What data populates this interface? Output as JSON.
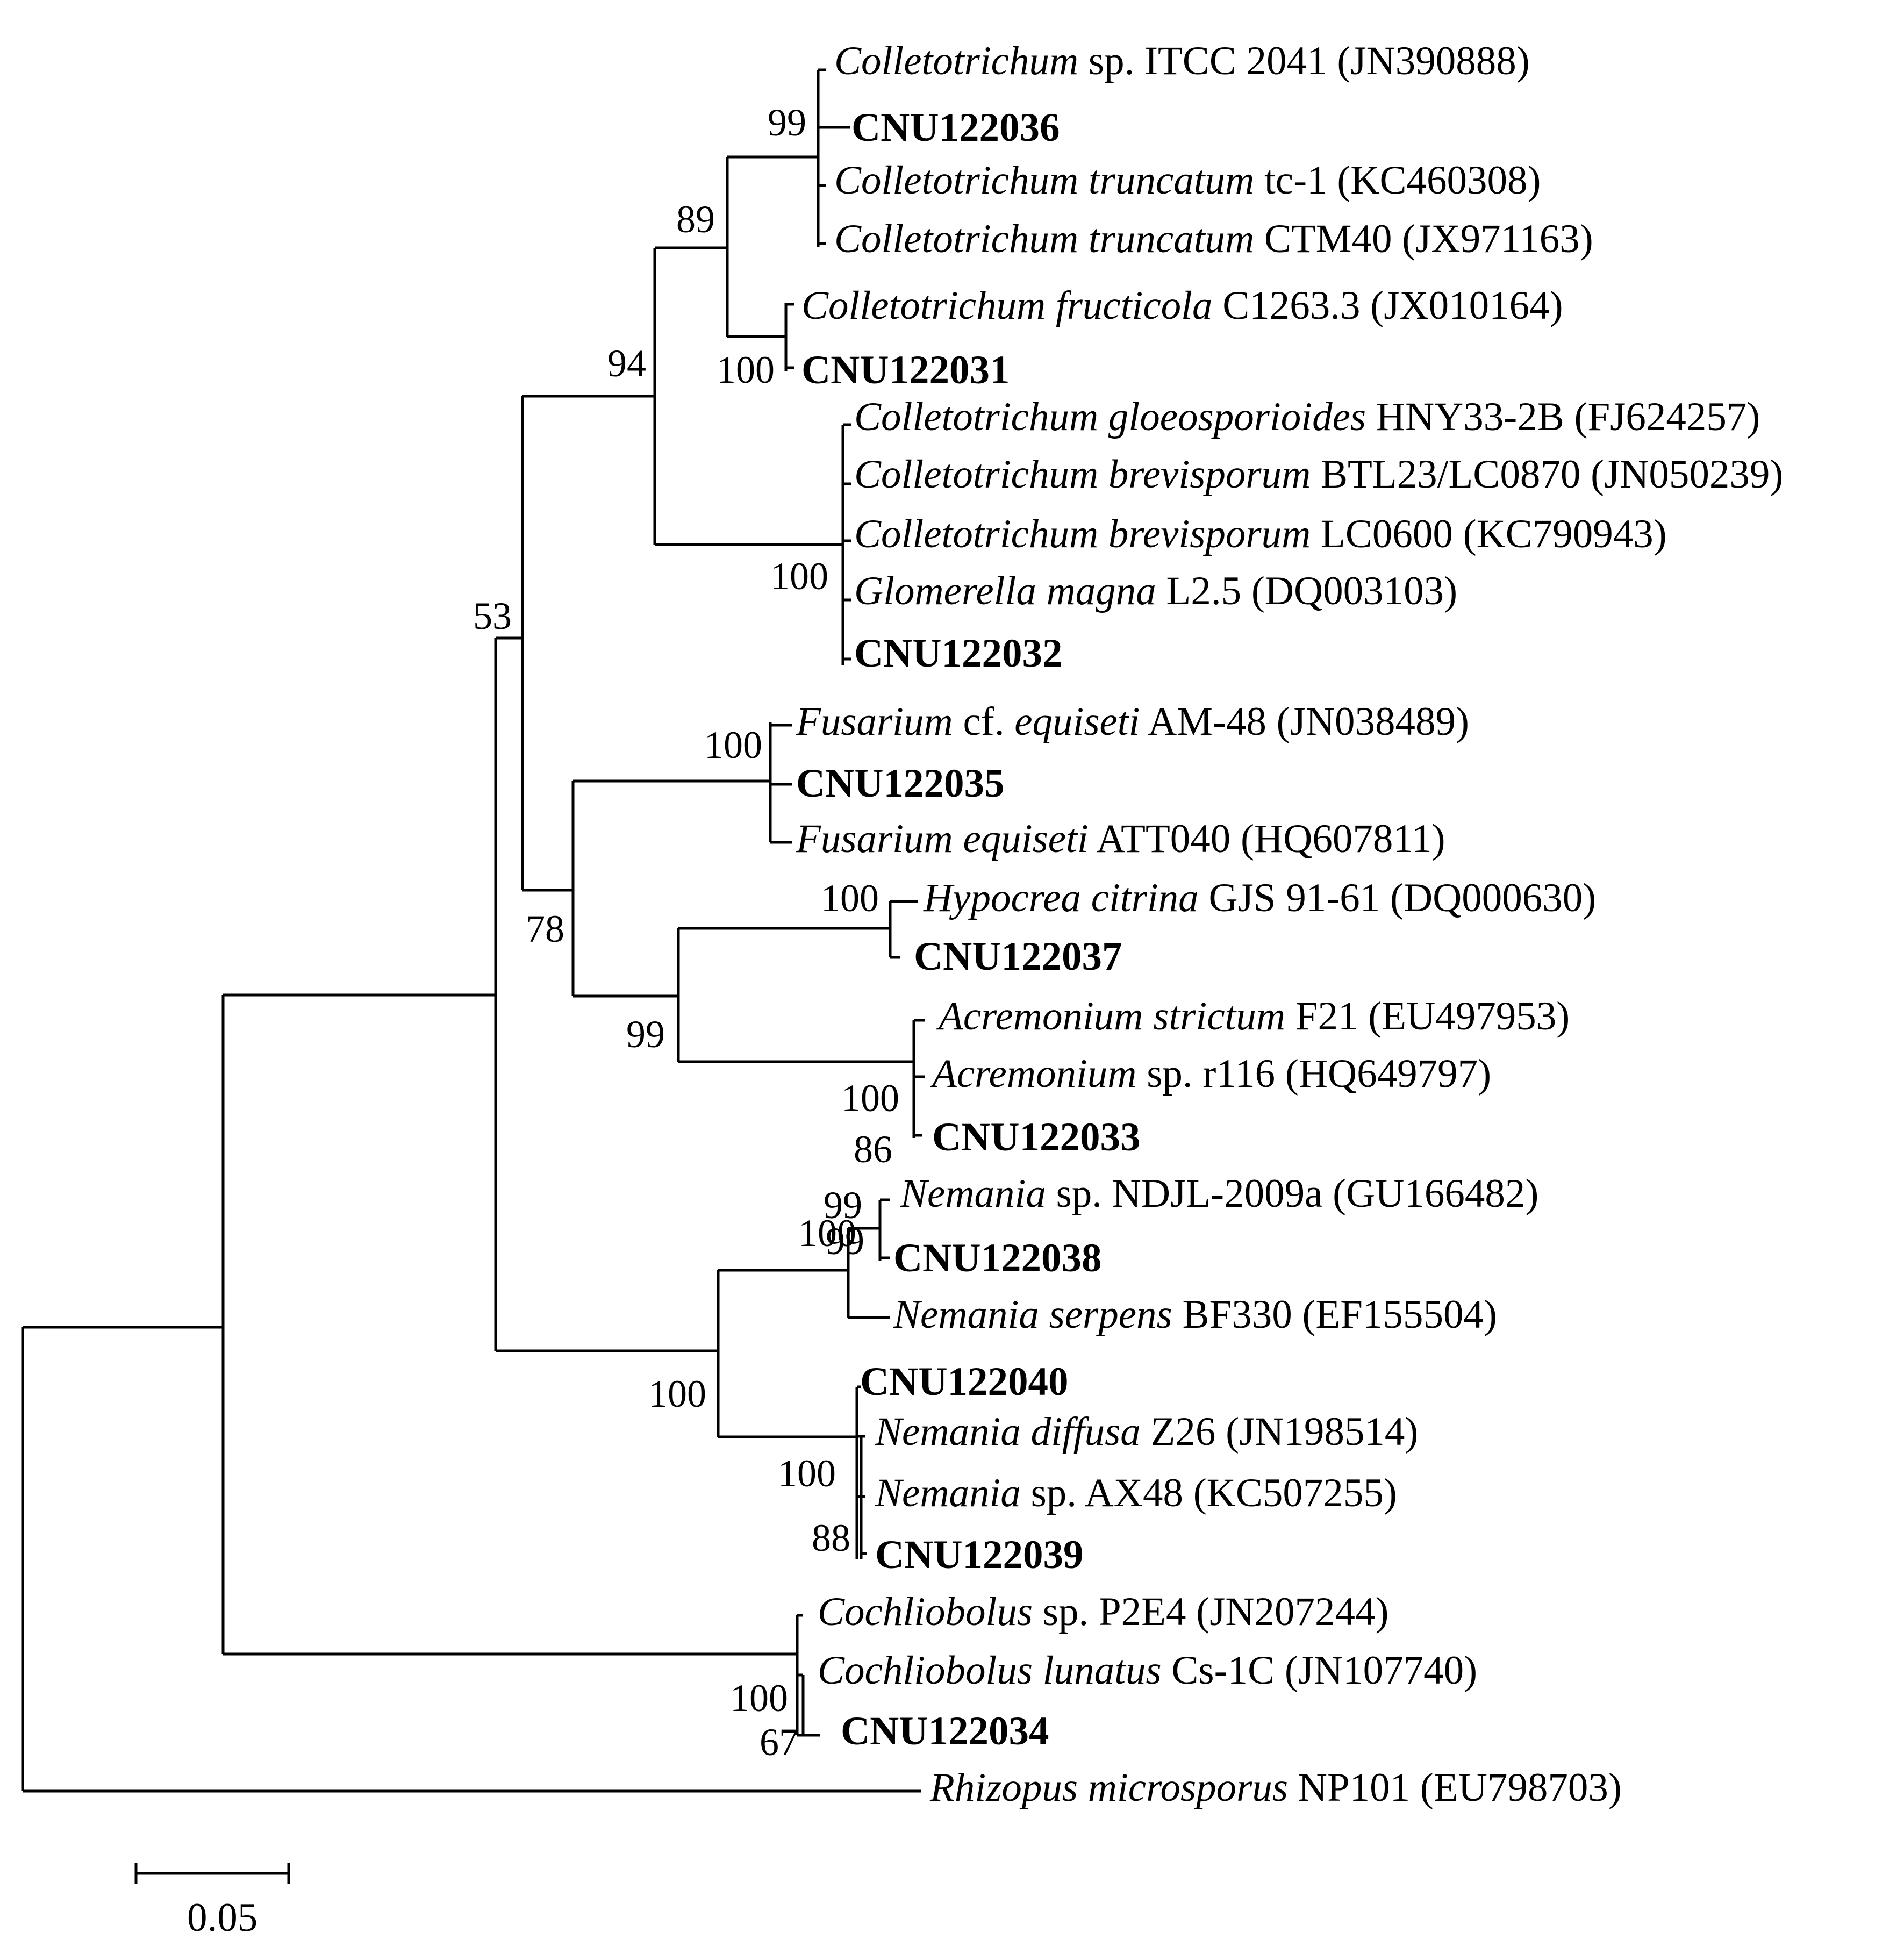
{
  "taxa": [
    {
      "genus": "Colletotrichum",
      "species": "",
      "rest": "sp. ITCC 2041 (JN390888)"
    },
    {
      "genus": "",
      "species": "",
      "rest": "",
      "isolate": "CNU122036"
    },
    {
      "genus": "Colletotrichum",
      "species": "truncatum",
      "rest": "tc-1 (KC460308)"
    },
    {
      "genus": "Colletotrichum",
      "species": "truncatum",
      "rest": "CTM40 (JX971163)"
    },
    {
      "genus": "Colletotrichum",
      "species": "fructicola",
      "rest": "C1263.3 (JX010164)"
    },
    {
      "genus": "",
      "species": "",
      "rest": "",
      "isolate": "CNU122031"
    },
    {
      "genus": "Colletotrichum",
      "species": "gloeosporioides",
      "rest": "HNY33-2B (FJ624257)"
    },
    {
      "genus": "Colletotrichum",
      "species": "brevisporum",
      "rest": "BTL23/LC0870 (JN050239)"
    },
    {
      "genus": "Colletotrichum",
      "species": "brevisporum",
      "rest": "LC0600 (KC790943)"
    },
    {
      "genus": "Glomerella",
      "species": "magna",
      "rest": "L2.5 (DQ003103)"
    },
    {
      "genus": "",
      "species": "",
      "rest": "",
      "isolate": "CNU122032"
    },
    {
      "genus": "Fusarium",
      "species": "",
      "rest": "cf.",
      "species2": "equiseti",
      "rest2": "AM-48 (JN038489)"
    },
    {
      "genus": "",
      "species": "",
      "rest": "",
      "isolate": "CNU122035"
    },
    {
      "genus": "Fusarium",
      "species": "equiseti",
      "rest": "ATT040 (HQ607811)"
    },
    {
      "genus": "Hypocrea",
      "species": "citrina",
      "rest": "GJS 91-61 (DQ000630)"
    },
    {
      "genus": "",
      "species": "",
      "rest": "",
      "isolate": "CNU122037"
    },
    {
      "genus": "Acremonium",
      "species": "strictum",
      "rest": "F21 (EU497953)"
    },
    {
      "genus": "Acremonium",
      "species": "",
      "rest": "sp. r116 (HQ649797)"
    },
    {
      "genus": "",
      "species": "",
      "rest": "",
      "isolate": "CNU122033"
    },
    {
      "genus": "Nemania",
      "species": "",
      "rest": "sp. NDJL-2009a (GU166482)"
    },
    {
      "genus": "",
      "species": "",
      "rest": "",
      "isolate": "CNU122038"
    },
    {
      "genus": "Nemania",
      "species": "serpens",
      "rest": "BF330 (EF155504)"
    },
    {
      "genus": "",
      "species": "",
      "rest": "",
      "isolate": "CNU122040"
    },
    {
      "genus": "Nemania",
      "species": "diffusa",
      "rest": "Z26 (JN198514)"
    },
    {
      "genus": "Nemania",
      "species": "",
      "rest": "sp. AX48 (KC507255)"
    },
    {
      "genus": "",
      "species": "",
      "rest": "",
      "isolate": "CNU122039"
    },
    {
      "genus": "Cochliobolus",
      "species": "",
      "rest": "sp. P2E4 (JN207244)"
    },
    {
      "genus": "Cochliobolus",
      "species": "lunatus",
      "rest": "Cs-1C (JN107740)"
    },
    {
      "genus": "",
      "species": "",
      "rest": "",
      "isolate": "CNU122034"
    },
    {
      "genus": "Rhizopus",
      "species": "microsporus",
      "rest": "NP101 (EU798703)"
    }
  ],
  "bootstrap": [
    "99",
    "89",
    "100",
    "94",
    "100",
    "53",
    "100",
    "78",
    "100",
    "99",
    "100",
    "86",
    "99",
    "99",
    "100",
    "100",
    "100",
    "88",
    "100",
    "67"
  ],
  "scale_bar": {
    "value": 0.05,
    "label": "0.05"
  }
}
